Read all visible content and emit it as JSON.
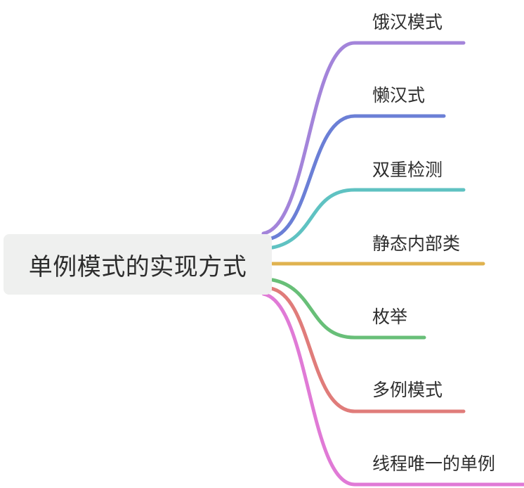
{
  "root": {
    "label": "单例模式的实现方式"
  },
  "branches": [
    {
      "label": "饿汉模式",
      "color": "#a384da"
    },
    {
      "label": "懒汉式",
      "color": "#6b7fd6"
    },
    {
      "label": "双重检测",
      "color": "#5fc2c2"
    },
    {
      "label": "静态内部类",
      "color": "#e0b24f"
    },
    {
      "label": "枚举",
      "color": "#68bf78"
    },
    {
      "label": "多例模式",
      "color": "#e07c7a"
    },
    {
      "label": "线程唯一的单例",
      "color": "#e07ad6"
    }
  ]
}
